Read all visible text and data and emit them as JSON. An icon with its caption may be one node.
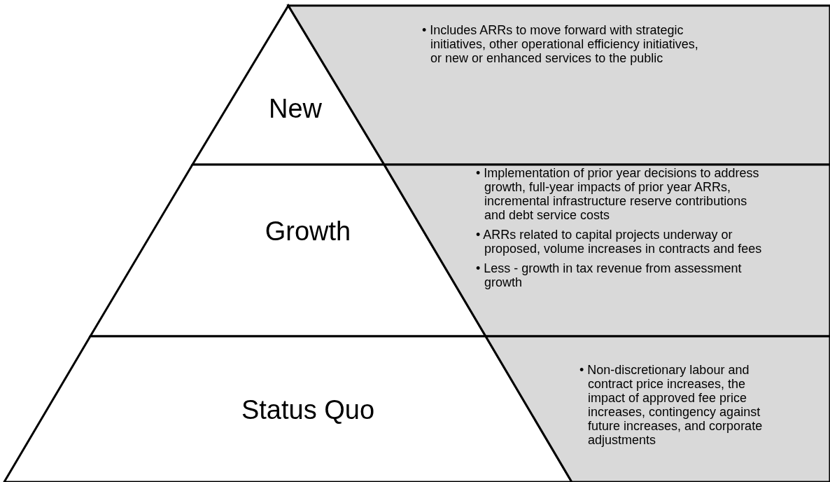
{
  "diagram": {
    "nodes": [
      {
        "text": [
          "New"
        ]
      },
      {
        "text": [
          "• Includes ARRs to move forward with strategic initiatives, other operational efficiency initiatives, or new or enhanced services to the public"
        ]
      },
      {
        "text": [
          "Growth"
        ]
      },
      {
        "text": [
          "• Implementation of prior year decisions to address growth, full-year impacts of prior year ARRs, incremental infrastructure reserve contributions and debt service costs",
          "• ARRs related to capital projects underway or proposed, volume increases in contracts and fees",
          "• Less - growth in tax revenue from assessment growth"
        ]
      },
      {
        "text": [
          "Status Quo"
        ]
      },
      {
        "text": [
          "• Non-discretionary labour and contract price increases, the impact of approved fee price increases, contingency against future increases, and corporate adjustments"
        ]
      }
    ],
    "edges": []
  }
}
